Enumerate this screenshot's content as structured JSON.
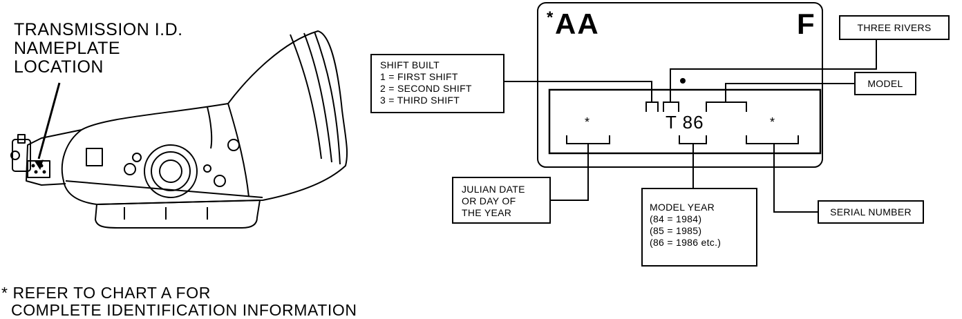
{
  "location_label": [
    "TRANSMISSION I.D.",
    "NAMEPLATE",
    "LOCATION"
  ],
  "plate": {
    "top_left_star": "*",
    "top_left_code": "AA",
    "top_right_code": "F",
    "center_code": "T 86",
    "left_star": "*",
    "right_star": "*"
  },
  "callouts": {
    "shift_built": [
      "SHIFT BUILT",
      "1 = FIRST SHIFT",
      "2 = SECOND SHIFT",
      "3 = THIRD SHIFT"
    ],
    "three_rivers": "THREE RIVERS",
    "model": "MODEL",
    "julian_date": [
      "JULIAN DATE",
      "OR DAY OF",
      "THE YEAR"
    ],
    "model_year": [
      "MODEL YEAR",
      "(84 = 1984)",
      "(85 = 1985)",
      "(86 = 1986 etc.)"
    ],
    "serial_number": "SERIAL NUMBER"
  },
  "footnote": [
    "* REFER TO CHART A FOR",
    "  COMPLETE IDENTIFICATION INFORMATION"
  ]
}
